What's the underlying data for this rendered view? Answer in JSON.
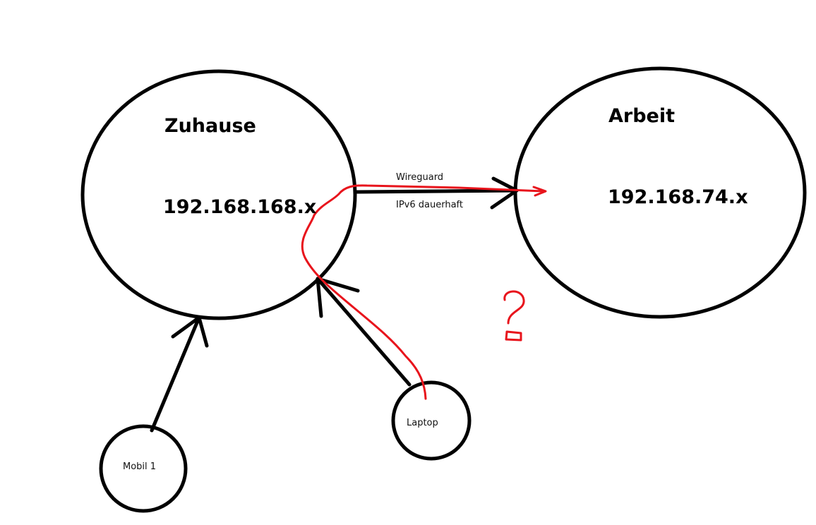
{
  "nodes": {
    "home": {
      "title": "Zuhause",
      "subnet": "192.168.168.x"
    },
    "work": {
      "title": "Arbeit",
      "subnet": "192.168.74.x"
    },
    "mobile": {
      "label": "Mobil 1"
    },
    "laptop": {
      "label": "Laptop"
    }
  },
  "link": {
    "top_label": "Wireguard",
    "bottom_label": "IPv6 dauerhaft"
  },
  "colors": {
    "stroke": "#000000",
    "annotation": "#e8141c"
  }
}
